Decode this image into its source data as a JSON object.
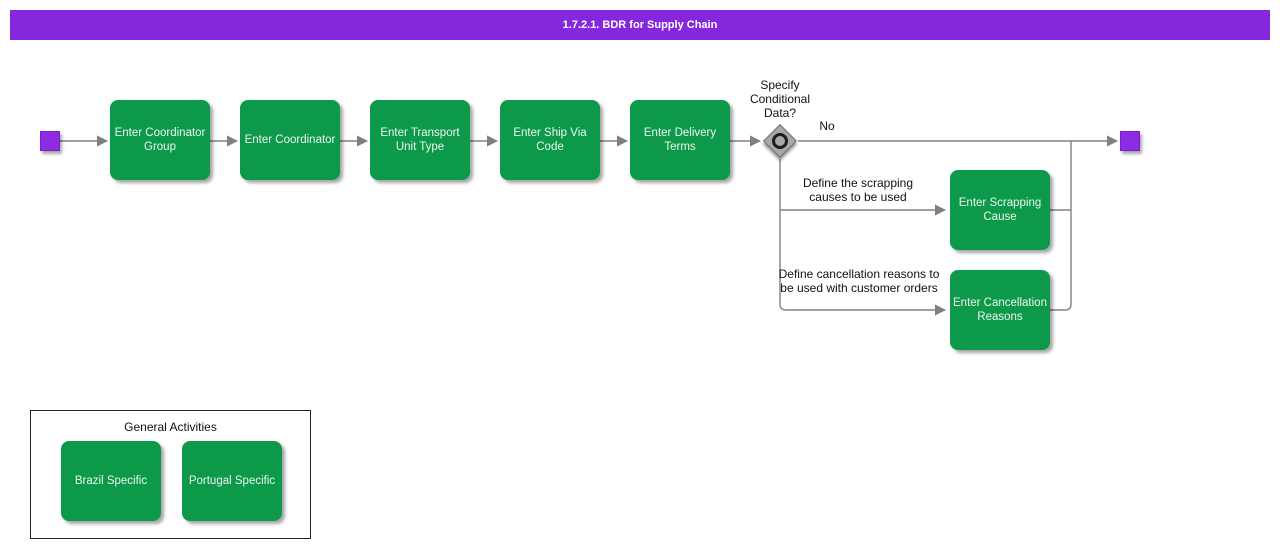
{
  "title": "1.7.2.1. BDR for Supply Chain",
  "colors": {
    "accent_purple": "#8527DC",
    "task_green": "#0C9A4A",
    "connector_gray": "#808080"
  },
  "main_flow": {
    "tasks": [
      {
        "label": "Enter Coordinator Group"
      },
      {
        "label": "Enter Coordinator"
      },
      {
        "label": "Enter Transport Unit Type"
      },
      {
        "label": "Enter Ship Via Code"
      },
      {
        "label": "Enter Delivery Terms"
      }
    ]
  },
  "gateway": {
    "question": "Specify Conditional Data?",
    "no_label": "No"
  },
  "branches": [
    {
      "condition": "Define the scrapping causes to be used",
      "task": "Enter Scrapping Cause"
    },
    {
      "condition": "Define cancellation reasons to be used with customer orders",
      "task": "Enter Cancellation Reasons"
    }
  ],
  "general_activities": {
    "title": "General Activities",
    "tasks": [
      {
        "label": "Brazil Specific"
      },
      {
        "label": "Portugal Specific"
      }
    ]
  }
}
